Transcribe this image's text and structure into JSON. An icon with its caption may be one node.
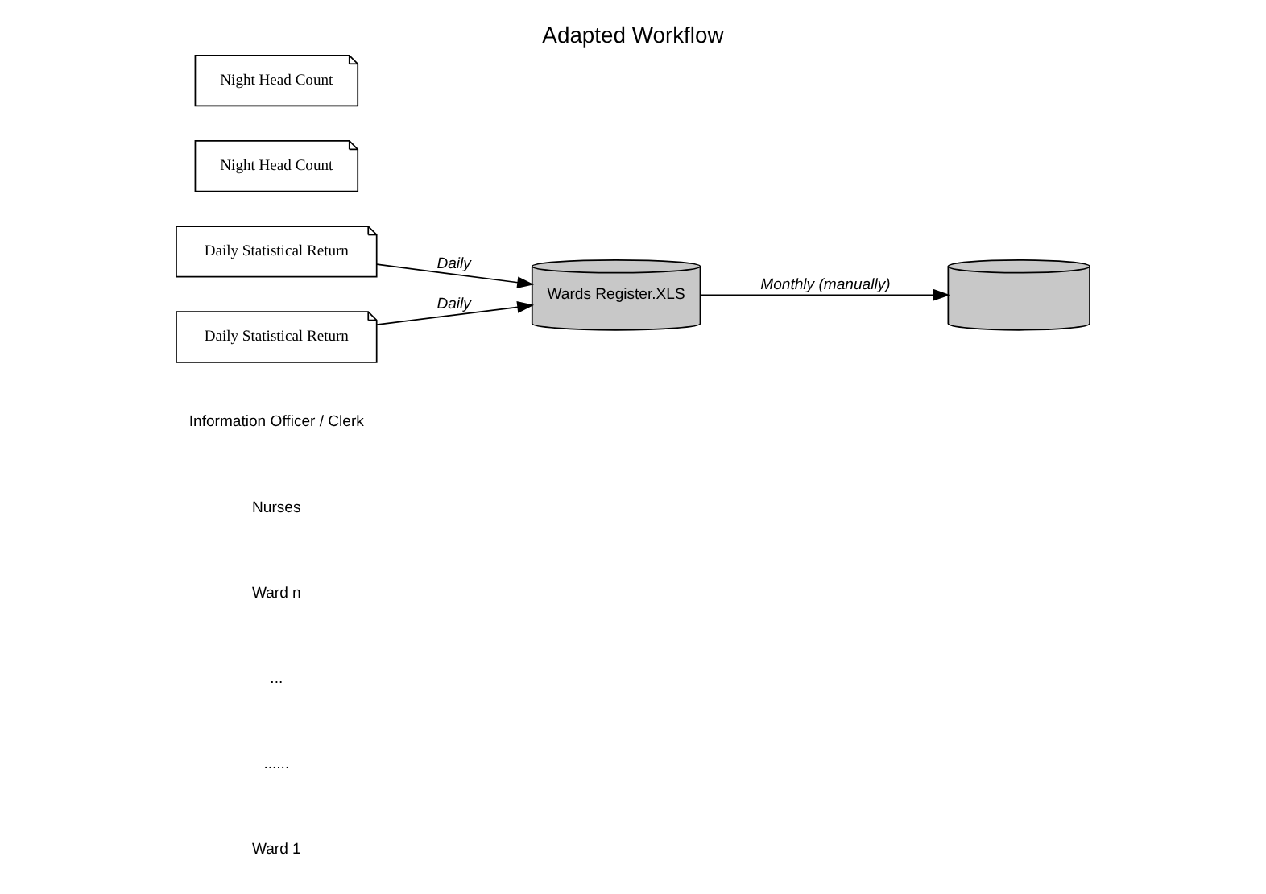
{
  "diagram": {
    "title": "Adapted Workflow",
    "nodes": [
      {
        "text": [
          "Daily Statistical Return"
        ]
      },
      {
        "text": [
          "Night Head Count"
        ]
      },
      {
        "text": [
          "Daily Statistical Return"
        ]
      },
      {
        "text": [
          "Night Head Count"
        ]
      },
      {
        "text": [
          "Wards Register.XLS"
        ]
      },
      {
        "text": [],
        "shape": "cylinder"
      }
    ],
    "edges": [
      {
        "from": 0,
        "to": 4,
        "label": "Daily",
        "arrow": "to"
      },
      {
        "from": 2,
        "to": 4,
        "label": "Daily",
        "arrow": "to"
      },
      {
        "from": 4,
        "to": 5,
        "label": "Monthly (manually)",
        "arrow": "to"
      }
    ],
    "labels": [
      "Ward 1",
      "......",
      "...",
      "Ward n",
      "Nurses",
      "Information Officer / Clerk"
    ]
  }
}
